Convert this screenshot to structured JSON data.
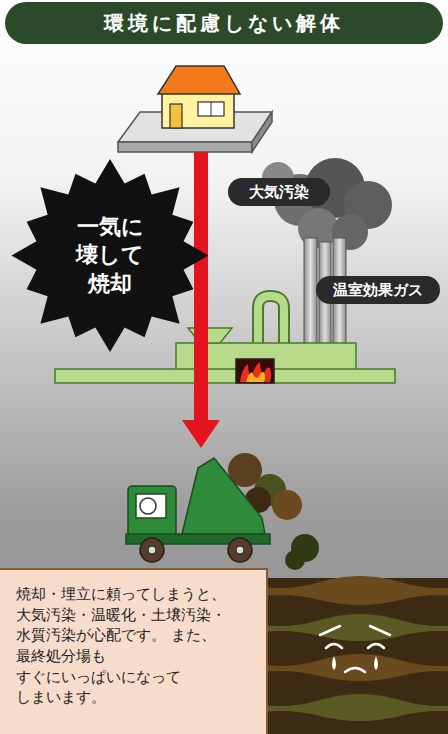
{
  "diagram": {
    "title": "環境に配慮しない解体",
    "nodes": [
      {
        "text": [
          "大気汚染"
        ]
      },
      {
        "text": [
          "一気に 壊して 焼却"
        ]
      },
      {
        "text": [
          "温室効果ガス"
        ]
      },
      {
        "text": [
          "焼却・埋立に頼ってしまうと、 大気汚染・温暖化・土壌汚染・ 水質汚染が心配です。 また、最終処分場も すぐにいっぱいになって しまいます。"
        ]
      }
    ]
  }
}
